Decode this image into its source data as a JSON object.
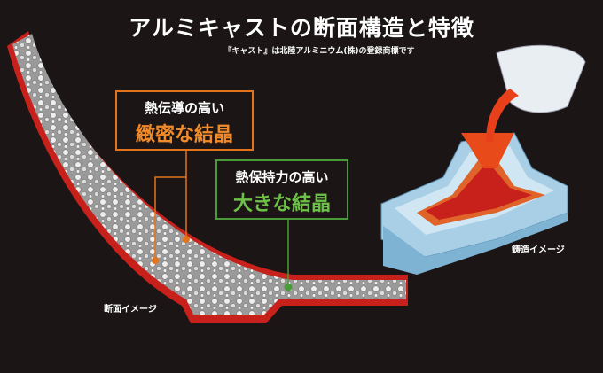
{
  "title": "アルミキャストの断面構造と特徴",
  "subtitle": "『キャスト』は北陸アルミニウム(株)の登録商標です",
  "labels": {
    "fine_crystal": {
      "line1": "熱伝導の高い",
      "line2": "緻密な結晶"
    },
    "large_crystal": {
      "line1": "熱保持力の高い",
      "line2": "大きな結晶"
    }
  },
  "captions": {
    "cross_section": "断面イメージ",
    "casting": "鋳造イメージ"
  },
  "colors": {
    "orange": "#e2741c",
    "green": "#4a9a3a",
    "red": "#c8201a",
    "background": "#1b1615"
  }
}
